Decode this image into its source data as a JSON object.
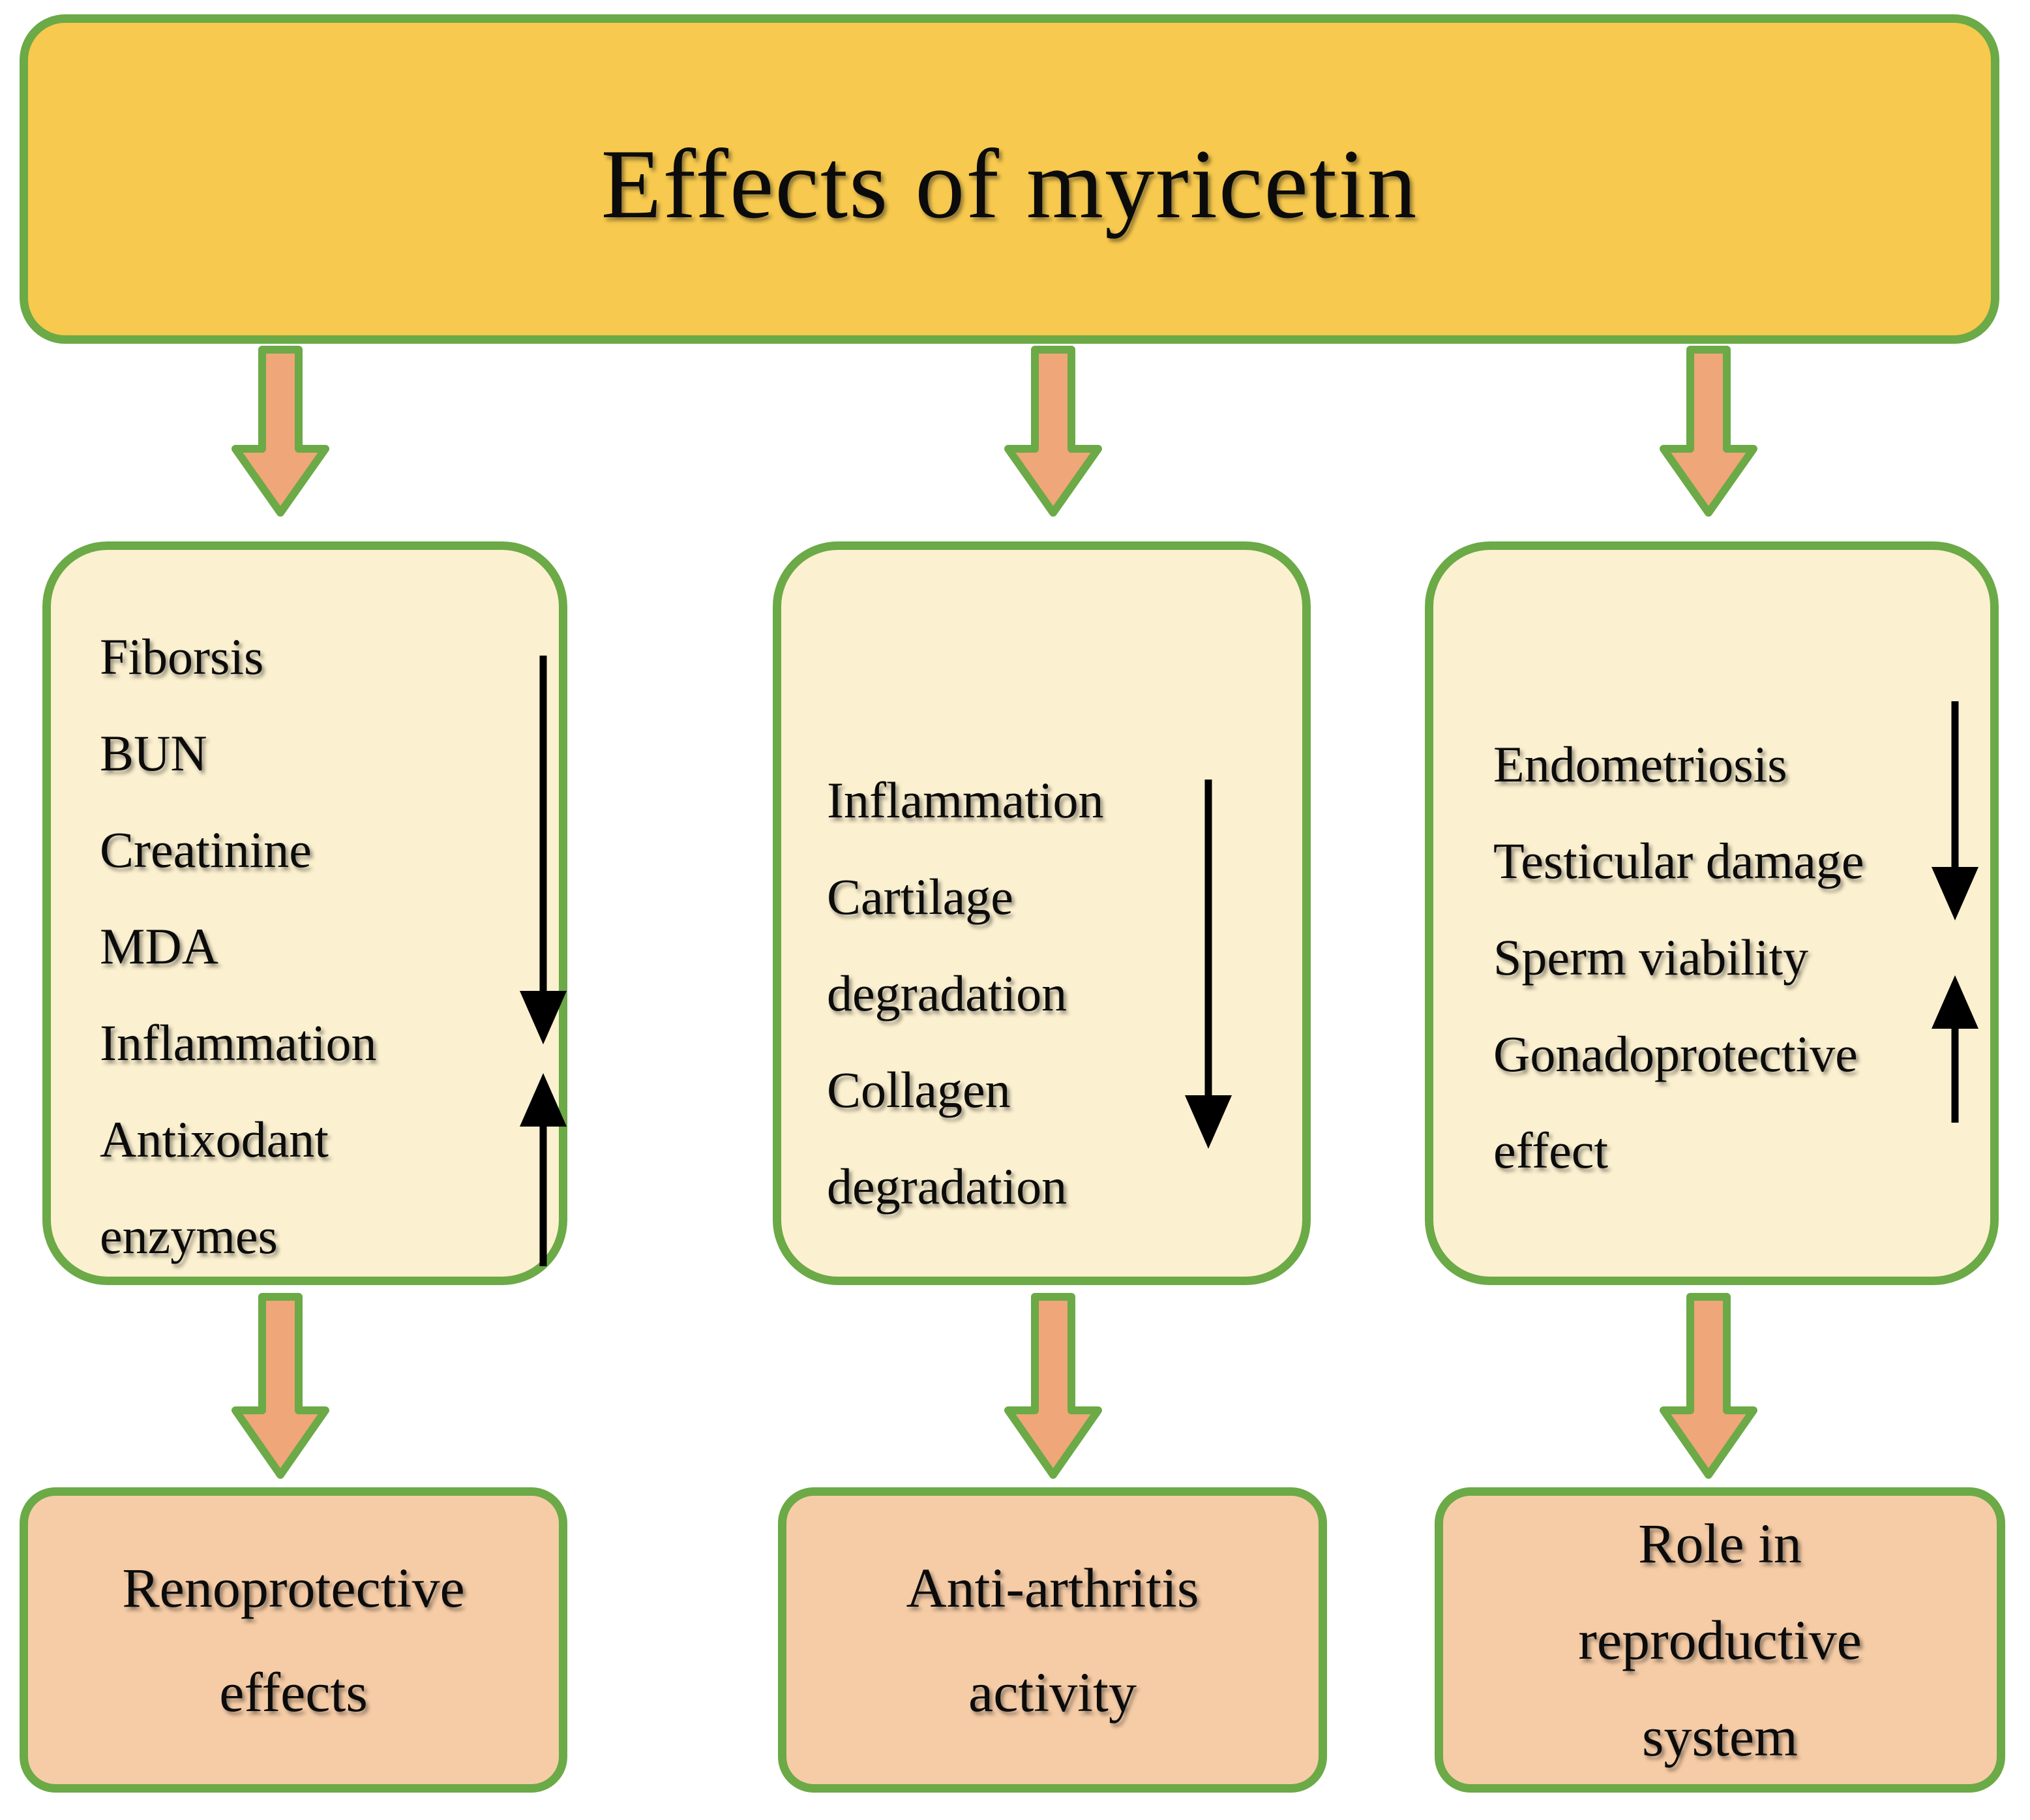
{
  "title": {
    "text": "Effects of myricetin"
  },
  "colors": {
    "title_fill": "#F7C94E",
    "effect_box_fill": "#FBF0CF",
    "result_box_fill": "#F6CCA6",
    "border_green": "#6BAA47",
    "flow_arrow_fill": "#EFA678",
    "indicator_arrow": "#000000",
    "text": "#0b0b0b",
    "background": "#ffffff"
  },
  "icons": {
    "flow": "down-arrow",
    "decrease": "down-arrow",
    "increase": "up-arrow"
  },
  "columns": [
    {
      "effects": [
        "Fiborsis",
        "BUN",
        "Creatinine",
        "MDA",
        "Inflammation",
        "Antixodant",
        "enzymes"
      ],
      "indicators": [
        "decrease",
        "increase"
      ],
      "result_lines": [
        "Renoprotective",
        "effects"
      ]
    },
    {
      "effects": [
        "Inflammation",
        "Cartilage",
        "degradation",
        "Collagen",
        "degradation"
      ],
      "indicators": [
        "decrease"
      ],
      "result_lines": [
        "Anti-arthritis",
        "activity"
      ]
    },
    {
      "effects": [
        "Endometriosis",
        "Testicular damage",
        "Sperm viability",
        "Gonadoprotective",
        "effect"
      ],
      "indicators": [
        "decrease",
        "increase"
      ],
      "result_lines": [
        "Role in",
        "reproductive",
        "system"
      ]
    }
  ]
}
